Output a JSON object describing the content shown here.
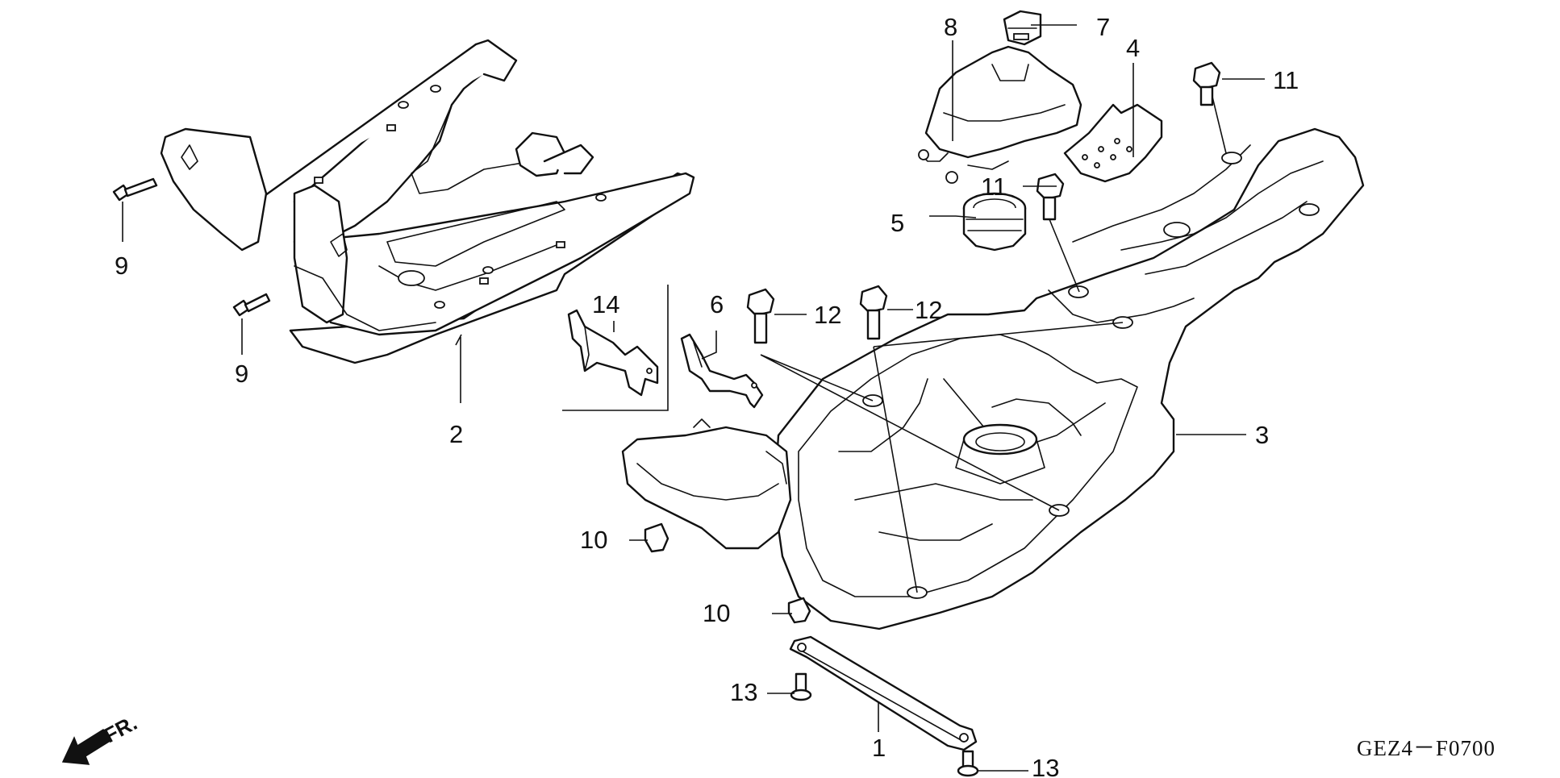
{
  "callouts": {
    "p1": "1",
    "p2": "2",
    "p3": "3",
    "p4": "4",
    "p5": "5",
    "p6": "6",
    "p7": "7",
    "p8": "8",
    "p9a": "9",
    "p9b": "9",
    "p10a": "10",
    "p10b": "10",
    "p11a": "11",
    "p11b": "11",
    "p12a": "12",
    "p12b": "12",
    "p13a": "13",
    "p13b": "13",
    "p14": "14"
  },
  "direction_label": "FR.",
  "diagram_code": "GEZ4－F0700"
}
